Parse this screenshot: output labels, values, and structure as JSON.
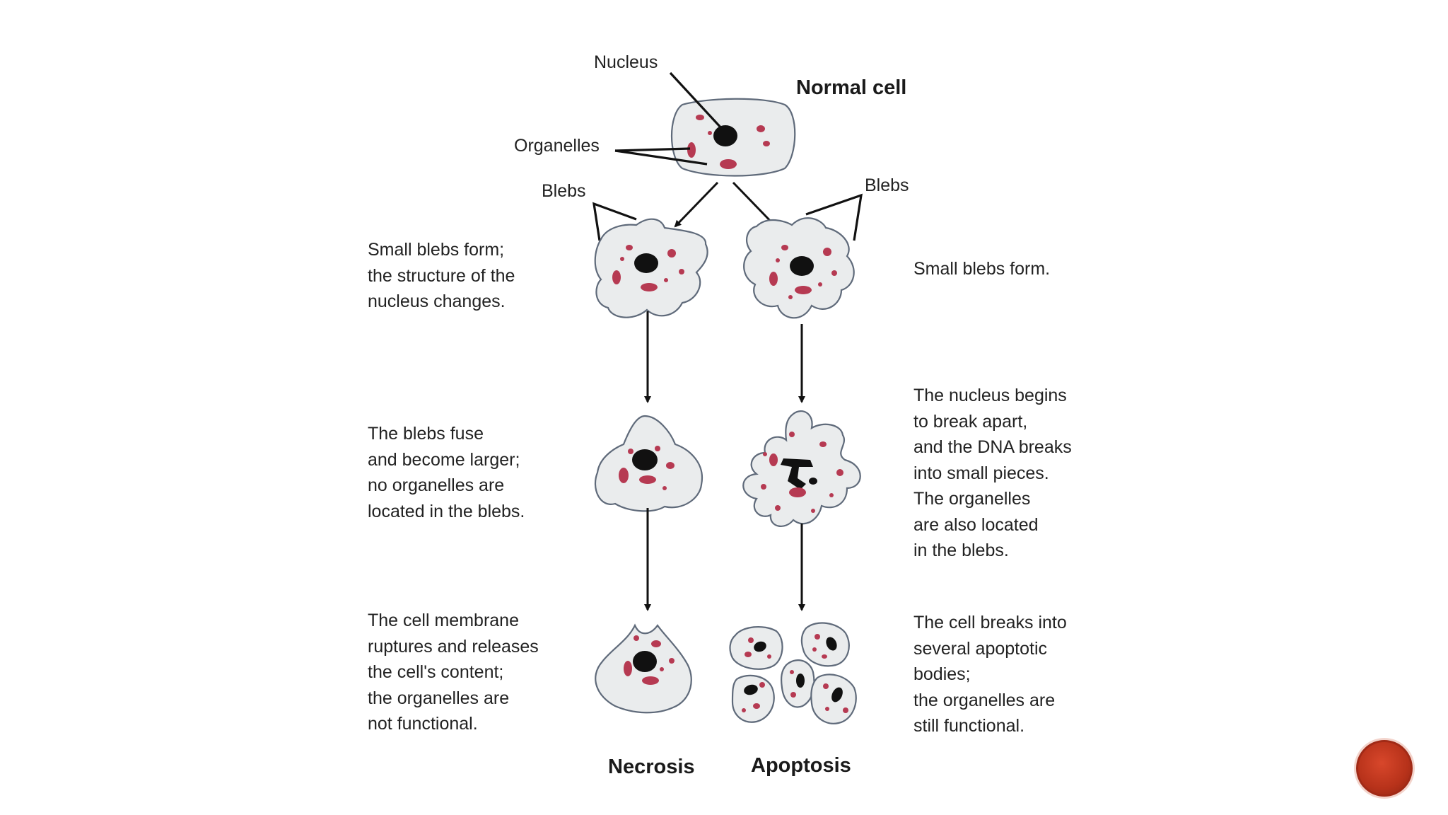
{
  "labels": {
    "nucleus": "Nucleus",
    "organelles": "Organelles",
    "normal_cell": "Normal cell",
    "blebs_left": "Blebs",
    "blebs_right": "Blebs",
    "necrosis": "Necrosis",
    "apoptosis": "Apoptosis"
  },
  "necrosis_steps": [
    [
      "Small blebs form;",
      "the structure of the",
      "nucleus changes."
    ],
    [
      "The blebs fuse",
      "and become larger;",
      "no organelles are",
      "located in the blebs."
    ],
    [
      "The cell membrane",
      "ruptures and releases",
      "the cell's content;",
      "the organelles are",
      "not functional."
    ]
  ],
  "apoptosis_steps": [
    [
      "Small blebs form."
    ],
    [
      "The nucleus begins",
      "to break apart,",
      "and the DNA breaks",
      "into small pieces.",
      "The organelles",
      "are also located",
      "in the blebs."
    ],
    [
      "The cell breaks into",
      "several apoptotic",
      "bodies;",
      "the organelles are",
      "still functional."
    ]
  ],
  "colors": {
    "cell_fill": "#eaeced",
    "cell_outline": "#5f6a7a",
    "organelle": "#b63a52",
    "nucleus": "#111111",
    "nav_button": "#c23a1f"
  }
}
